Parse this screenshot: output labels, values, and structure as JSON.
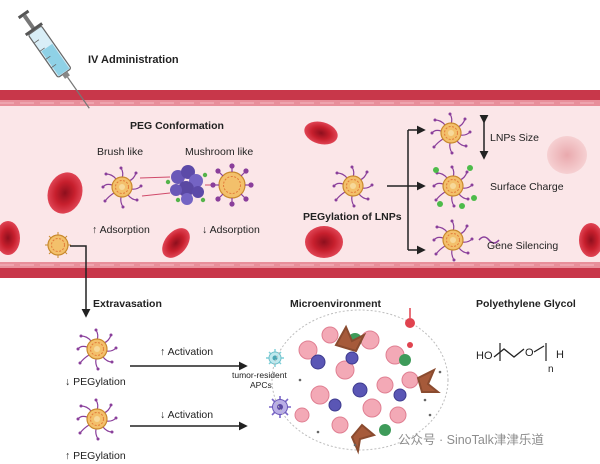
{
  "labels": {
    "iv_administration": "IV Administration",
    "peg_conformation": "PEG Conformation",
    "brush_like": "Brush like",
    "mushroom_like": "Mushroom like",
    "adsorption_up": "↑ Adsorption",
    "adsorption_down": "↓ Adsorption",
    "pegylation_of_lnps": "PEGylation of LNPs",
    "lnps_size": "LNPs Size",
    "surface_charge": "Surface Charge",
    "gene_silencing": "Gene Silencing",
    "extravasation": "Extravasation",
    "microenvironment": "Microenvironment",
    "polyethylene_glycol": "Polyethylene Glycol",
    "activation_up": "↑ Activation",
    "activation_down": "↓ Activation",
    "pegylation_down": "↓ PEGylation",
    "pegylation_up": "↑ PEGylation",
    "tumor_resident_line1": "tumor-resident",
    "tumor_resident_line2": "APCs",
    "peg_formula_ho": "HO",
    "peg_formula_o": "O",
    "peg_formula_h": "H",
    "peg_formula_n": "n",
    "watermark": "公众号 · SinoTalk津津乐道"
  },
  "colors": {
    "vessel_wall": "#c8374a",
    "vessel_inner": "#fbe6e8",
    "rbc": "#c71f2d",
    "lnp_core": "#f3c06b",
    "peg_chain": "#8a3f9b",
    "protein": "#6a58b8",
    "arrow": "#222222"
  }
}
